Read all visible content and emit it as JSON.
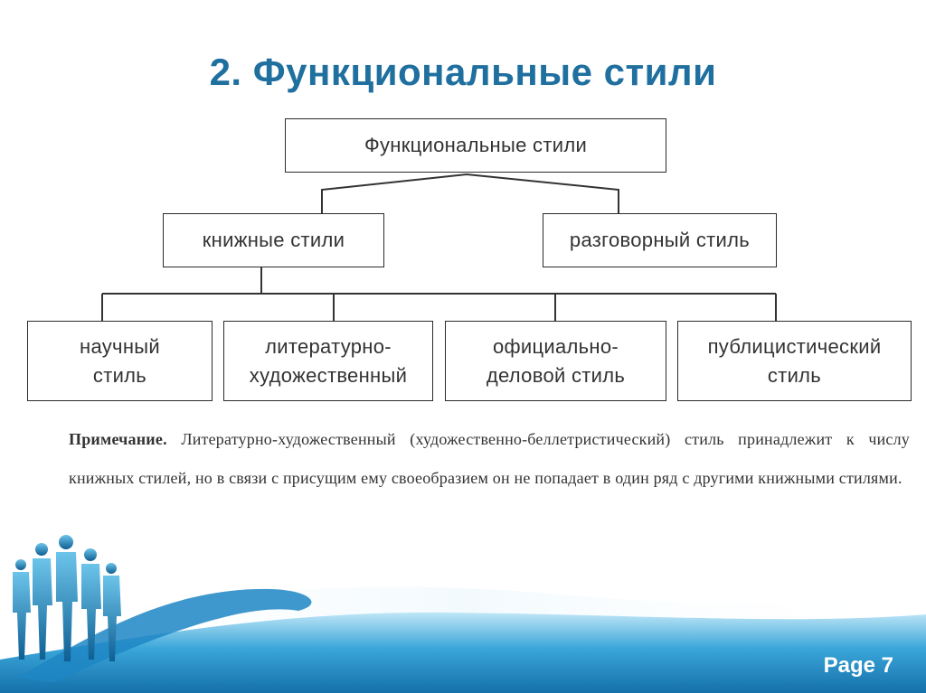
{
  "slide": {
    "title": "2. Функциональные стили",
    "page_label": "Page 7"
  },
  "diagram": {
    "root": "Функциональные стили",
    "level1": {
      "bookish": "книжные стили",
      "colloquial": "разговорный стиль"
    },
    "level2": {
      "scientific": "научный\nстиль",
      "literary": "литературно-\nхудожественный",
      "official": "официально-\nделовой стиль",
      "publicistic": "публицистический\nстиль"
    }
  },
  "note": {
    "label": "Примечание.",
    "text": "Литературно-художественный (художественно-беллетристический) стиль принадлежит к числу книжных стилей, но в связи с присущим ему своеобразием он не попадает в один ряд с другими книжными стилями."
  },
  "colors": {
    "title": "#1f6f9f",
    "footer_wave": "#3aa6d9",
    "footer_band": "#1d86c4"
  },
  "footer_image": {
    "icon": "business-team-silhouettes"
  }
}
